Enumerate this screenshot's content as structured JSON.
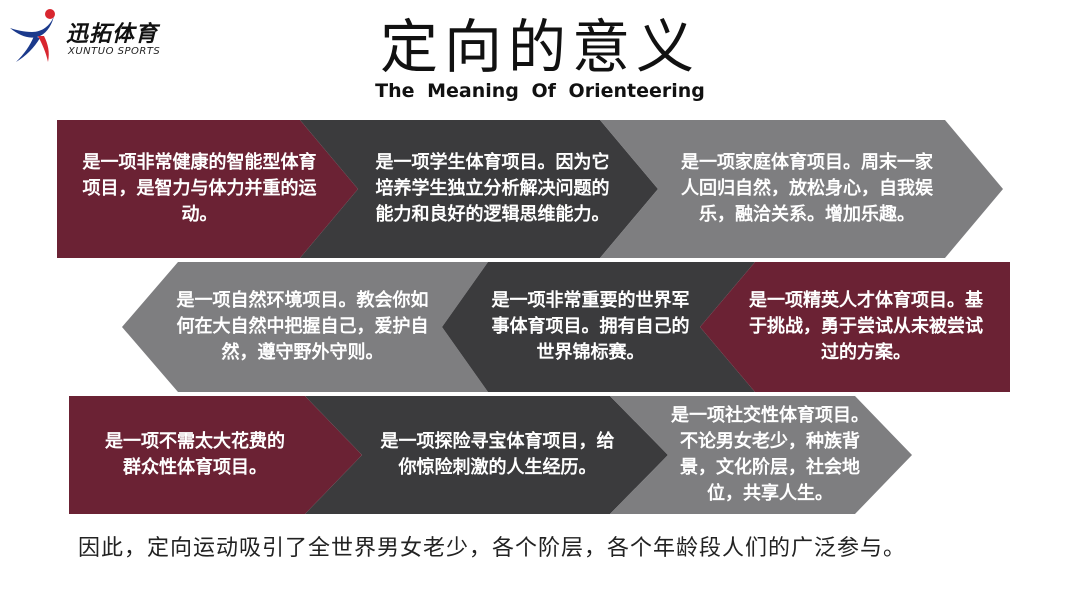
{
  "brand": {
    "name_cn": "迅拓体育",
    "name_en": "XUNTUO SPORTS"
  },
  "title": "定向的意义",
  "subtitle": "The Meaning Of Orienteering",
  "colors": {
    "maroon": "#6b2234",
    "dark": "#3b3b3d",
    "gray": "#7e7e80",
    "logo_blue": "#1b3a8c",
    "logo_red": "#d8262f"
  },
  "rows": [
    [
      {
        "text": "是一项非常健康的智能型体育项目，是智力与体力并重的运动。",
        "color": "maroon"
      },
      {
        "text": "是一项学生体育项目。因为它培养学生独立分析解决问题的能力和良好的逻辑思维能力。",
        "color": "dark"
      },
      {
        "text": "是一项家庭体育项目。周末一家人回归自然，放松身心，自我娱乐，融洽关系。增加乐趣。",
        "color": "gray"
      }
    ],
    [
      {
        "text": "是一项自然环境项目。教会你如何在大自然中把握自己，爱护自然，遵守野外守则。",
        "color": "gray"
      },
      {
        "text": "是一项非常重要的世界军事体育项目。拥有自己的世界锦标赛。",
        "color": "dark"
      },
      {
        "text": "是一项精英人才体育项目。基于挑战，勇于尝试从未被尝试过的方案。",
        "color": "maroon"
      }
    ],
    [
      {
        "text": "是一项不需太大花费的群众性体育项目。",
        "color": "maroon"
      },
      {
        "text": "是一项探险寻宝体育项目，给你惊险刺激的人生经历。",
        "color": "dark"
      },
      {
        "text": "是一项社交性体育项目。不论男女老少，种族背景，文化阶层，社会地位，共享人生。",
        "color": "gray"
      }
    ]
  ],
  "footer": "因此，定向运动吸引了全世界男女老少，各个阶层，各个年龄段人们的广泛参与。"
}
